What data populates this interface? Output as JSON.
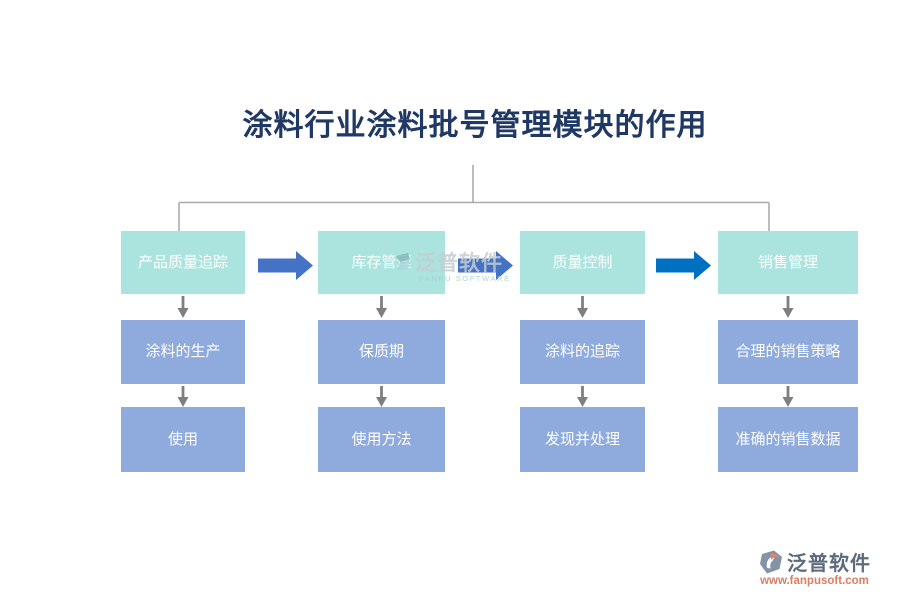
{
  "title": "涂料行业涂料批号管理模块的作用",
  "colors": {
    "title": "#1F3864",
    "box_top": "#ABE3DE",
    "box_sub": "#8FAADC",
    "box_text": "#FFFFFF",
    "arrow_blue": "#4472C4",
    "arrow_blue_dark": "#0070C0",
    "connector": "#ABABAB",
    "down_arrow": "#7F7F7F",
    "logo_text": "#5C6C7C",
    "logo_url": "#D97E62",
    "watermark_text": "#C6CDD2"
  },
  "columns": [
    {
      "header": "产品质量追踪",
      "steps": [
        "涂料的生产",
        "使用"
      ]
    },
    {
      "header": "库存管理",
      "steps": [
        "保质期",
        "使用方法"
      ]
    },
    {
      "header": "质量控制",
      "steps": [
        "涂料的追踪",
        "发现并处理"
      ]
    },
    {
      "header": "销售管理",
      "steps": [
        "合理的销售策略",
        "准确的销售数据"
      ]
    }
  ],
  "watermark": {
    "brand": "泛普软件",
    "sub": "FANPU SOFTWARE"
  },
  "logo": {
    "brand": "泛普软件",
    "url": "www.fanpusoft.com"
  }
}
